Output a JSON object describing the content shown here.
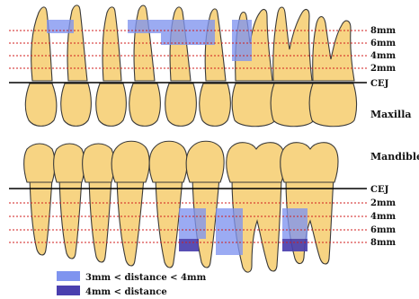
{
  "maxilla": {
    "jaw_label": "Maxilla",
    "cej_label": "CEJ",
    "depth_labels": [
      "8mm",
      "6mm",
      "4mm",
      "2mm"
    ]
  },
  "mandible": {
    "jaw_label": "Mandible",
    "cej_label": "CEJ",
    "depth_labels": [
      "2mm",
      "4mm",
      "6mm",
      "8mm"
    ]
  },
  "legend": {
    "items": [
      {
        "label": "3mm < distance < 4mm",
        "color": "#7f94ef"
      },
      {
        "label": "4mm < distance",
        "color": "#4a3fae"
      }
    ]
  },
  "colors": {
    "tooth_fill": "#f7d483",
    "tooth_outline": "#3a3a3a",
    "guide_line": "#d01e1e",
    "cej_line": "#000000",
    "moderate_region": "#7f94ef",
    "severe_region": "#4a3fae"
  }
}
